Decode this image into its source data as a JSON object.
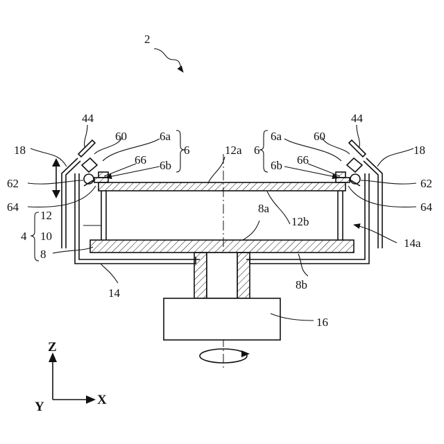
{
  "figure": {
    "ref_main": "2",
    "labels": {
      "l44_left": "44",
      "l44_right": "44",
      "l60_left": "60",
      "l60_right": "60",
      "l6a_left": "6a",
      "l6a_right": "6a",
      "l6_left": "6",
      "l6_right": "6",
      "l66_left": "66",
      "l66_right": "66",
      "l6b_left": "6b",
      "l6b_right": "6b",
      "l18_left": "18",
      "l18_right": "18",
      "l12a": "12a",
      "l62_left": "62",
      "l62_right": "62",
      "l64_left": "64",
      "l64_right": "64",
      "l12": "12",
      "l12b": "12b",
      "l8a": "8a",
      "l4": "4",
      "l10": "10",
      "l8": "8",
      "l14a": "14a",
      "l14": "14",
      "l8b": "8b",
      "l16": "16"
    },
    "axes": {
      "z": "Z",
      "x": "X",
      "y": "Y"
    }
  }
}
